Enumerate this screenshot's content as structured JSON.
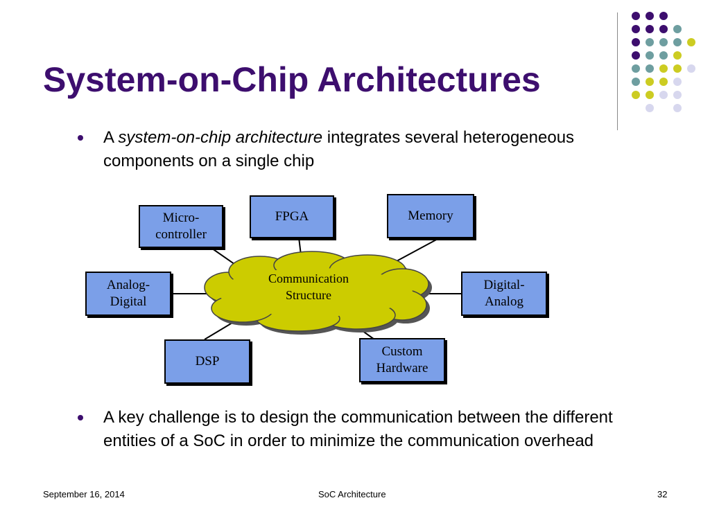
{
  "slide": {
    "title": "System-on-Chip Architectures",
    "bullets": [
      {
        "prefix": "A ",
        "emphasis": "system-on-chip architecture",
        "suffix": " integrates several heterogeneous components on a single chip"
      },
      {
        "text": "A key challenge is to design the communication between the different entities of a SoC in order to minimize the communication overhead"
      }
    ]
  },
  "diagram": {
    "center": "Communication\nStructure",
    "components": {
      "microcontroller": "Micro-\ncontroller",
      "fpga": "FPGA",
      "memory": "Memory",
      "analog_digital": "Analog-\nDigital",
      "digital_analog": "Digital-\nAnalog",
      "dsp": "DSP",
      "custom_hardware": "Custom\nHardware"
    },
    "colors": {
      "box": "#7b9fe8",
      "cloud": "#cccc00",
      "title": "#3d0e6e"
    }
  },
  "footer": {
    "date": "September 16, 2014",
    "course": "SoC Architecture",
    "page": "32"
  }
}
